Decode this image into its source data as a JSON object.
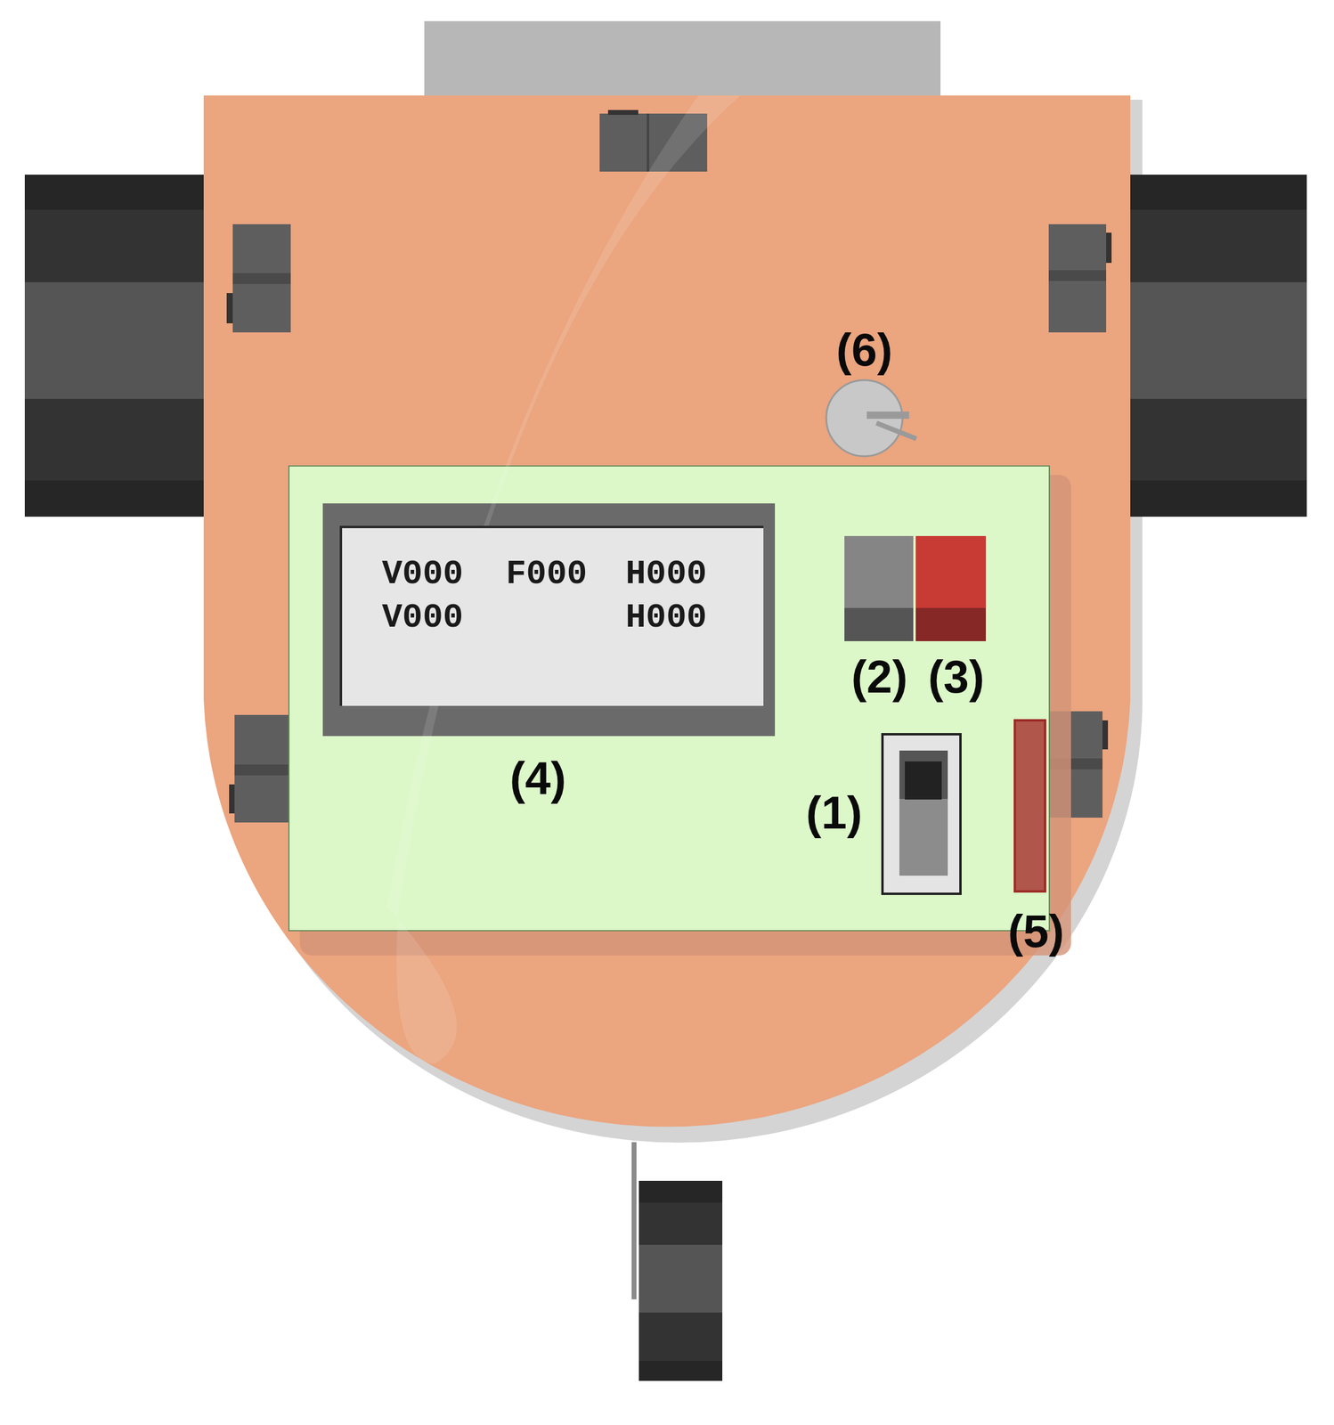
{
  "diagram": {
    "nodes": [
      {
        "text": [
          "V000",
          "F000",
          "H000",
          "V000",
          "H000"
        ]
      }
    ],
    "labels": [
      "(6)",
      "(2)",
      "(3)",
      "(4)",
      "(1)",
      "(5)"
    ]
  }
}
